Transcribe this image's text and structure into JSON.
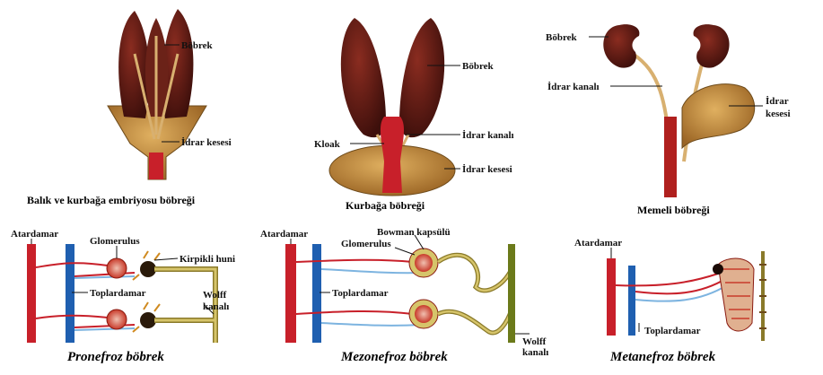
{
  "top": {
    "fish": {
      "caption": "Balık ve kurbağa embriyosu böbreği",
      "kidney": "Böbrek",
      "bladder": "İdrar kesesi"
    },
    "frog": {
      "caption": "Kurbağa böbreği",
      "kidney": "Böbrek",
      "cloaca": "Kloak",
      "ureter": "İdrar kanalı",
      "bladder": "İdrar kesesi"
    },
    "mammal": {
      "caption": "Memeli böbreği",
      "kidney": "Böbrek",
      "ureter": "İdrar kanalı",
      "bladder": "İdrar\nkesesi"
    }
  },
  "bottom": {
    "pro": {
      "caption": "Pronefroz böbrek",
      "artery": "Atardamar",
      "glomerulus": "Glomerulus",
      "funnel": "Kirpikli huni",
      "vein": "Toplardamar",
      "wolff": "Wolff\nkanalı"
    },
    "meso": {
      "caption": "Mezonefroz böbrek",
      "artery": "Atardamar",
      "bowman": "Bowman kapsülü",
      "glomerulus": "Glomerulus",
      "vein": "Toplardamar",
      "wolff": "Wolff\nkanalı"
    },
    "meta": {
      "caption": "Metanefroz böbrek",
      "artery": "Atardamar",
      "vein": "Toplardamar"
    }
  },
  "colors": {
    "kidney": "#5a1a14",
    "bladder": "#c28a3c",
    "artery": "#c8202a",
    "vein": "#1f5fb0",
    "duct": "#8a7a2a"
  }
}
